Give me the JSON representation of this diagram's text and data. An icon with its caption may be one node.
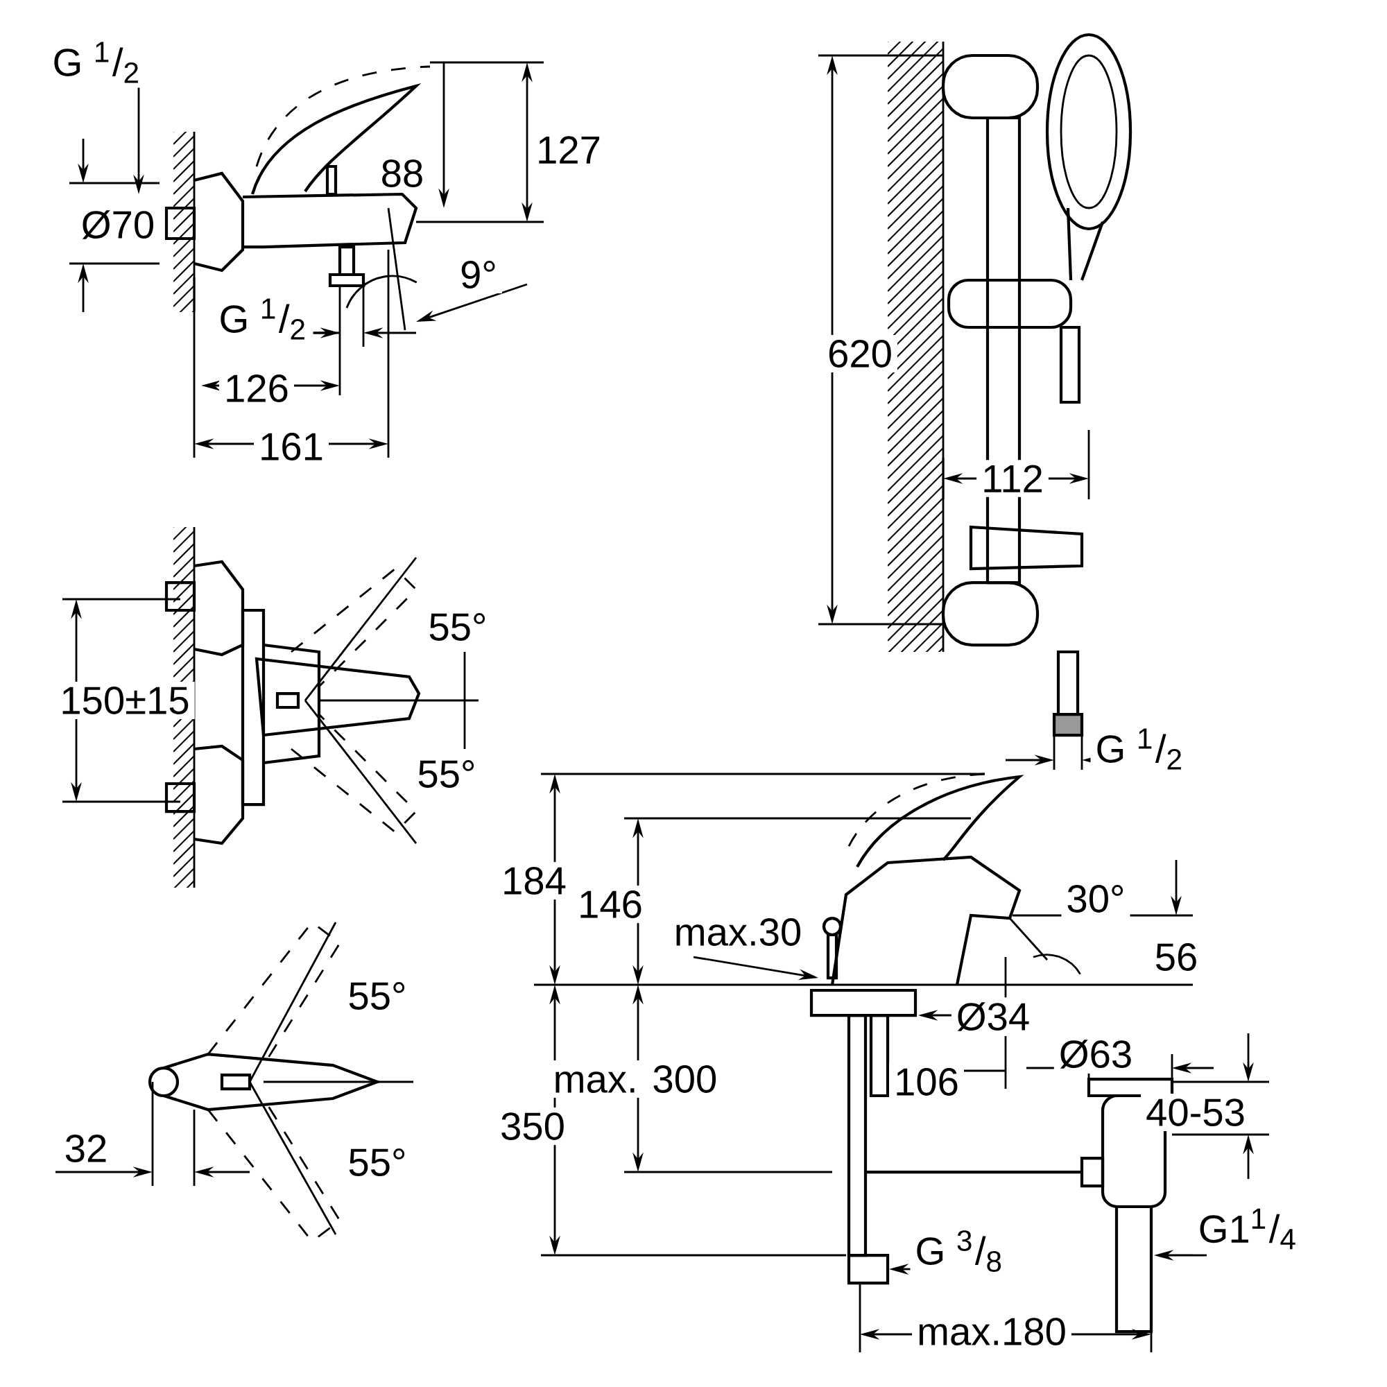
{
  "diagram": {
    "labels": [
      "G $^{1}$/$_{2}$",
      "127",
      "88",
      "Ø70",
      "9°",
      "G $^{1}$/$_{2}$",
      "126",
      "161",
      "620",
      "112",
      "G $^{1}$/$_{2}$",
      "55°",
      "150±15",
      "55°",
      "184",
      "146",
      "30°",
      "max.30",
      "56",
      "Ø34",
      "106",
      "Ø63",
      "max. 300",
      "350",
      "40-53",
      "55°",
      "32",
      "55°",
      "G $^{3}$/$_{8}$",
      "G1$^{1}$/$_{4}$",
      "max.180"
    ]
  }
}
